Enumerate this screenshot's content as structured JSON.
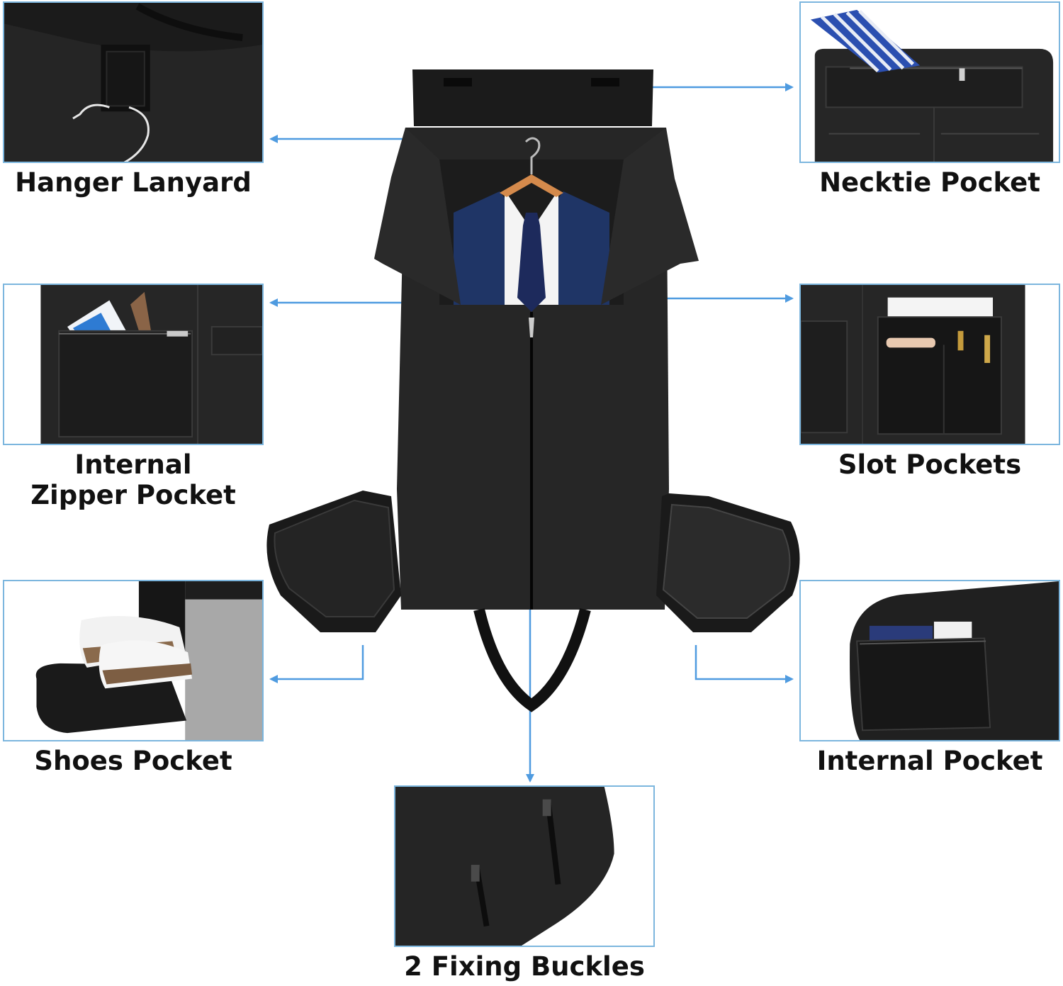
{
  "accent_color": "#4f9be0",
  "panel_border_color": "#7cb6de",
  "features": {
    "hanger_lanyard": {
      "label": "Hanger Lanyard",
      "icon": "hanger-icon"
    },
    "necktie_pocket": {
      "label": "Necktie Pocket",
      "icon": "necktie-icon"
    },
    "internal_zipper_pocket": {
      "label_line1": "Internal",
      "label_line2": "Zipper Pocket",
      "icon": "zipper-pocket-icon"
    },
    "slot_pockets": {
      "label": "Slot Pockets",
      "icon": "slot-pocket-icon"
    },
    "shoes_pocket": {
      "label": "Shoes Pocket",
      "icon": "shoe-icon"
    },
    "internal_pocket": {
      "label": "Internal Pocket",
      "icon": "mesh-pocket-icon"
    },
    "fixing_buckles": {
      "label": "2 Fixing Buckles",
      "icon": "buckle-icon"
    }
  }
}
